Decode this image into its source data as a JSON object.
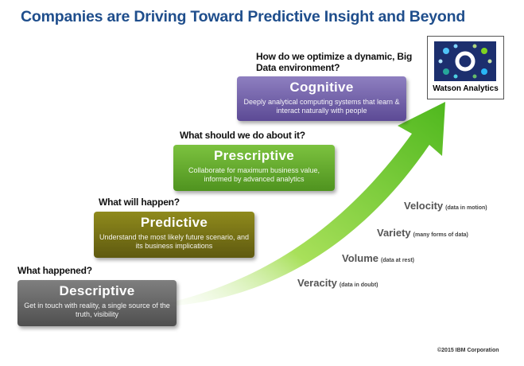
{
  "title": "Companies are Driving Toward Predictive Insight and Beyond",
  "stages": [
    {
      "question": "What happened?",
      "name": "Descriptive",
      "description": "Get in touch with reality, a single source of the truth, visibility",
      "color": "#6a6a6a"
    },
    {
      "question": "What will happen?",
      "name": "Predictive",
      "description": "Understand the most likely future scenario, and its business implications",
      "color": "#7a7518"
    },
    {
      "question": "What should we do about it?",
      "name": "Prescriptive",
      "description": "Collaborate for maximum business value, informed by advanced analytics",
      "color": "#66ab2f"
    },
    {
      "question": "How do we optimize a dynamic, Big Data environment?",
      "name": "Cognitive",
      "description": "Deeply analytical computing systems that learn & interact naturally with people",
      "color": "#7565ab"
    }
  ],
  "big_data_vs": [
    {
      "label": "Velocity",
      "sub": "(data in motion)"
    },
    {
      "label": "Variety",
      "sub": "(many forms of data)"
    },
    {
      "label": "Volume",
      "sub": "(data at rest)"
    },
    {
      "label": "Veracity",
      "sub": "(data in doubt)"
    }
  ],
  "watson": {
    "label": "Watson Analytics",
    "logo_icon": "watson-analytics-logo-icon"
  },
  "copyright": "©2015 IBM Corporation",
  "arrow_color": "#7ed321",
  "title_color": "#1f4e8c"
}
